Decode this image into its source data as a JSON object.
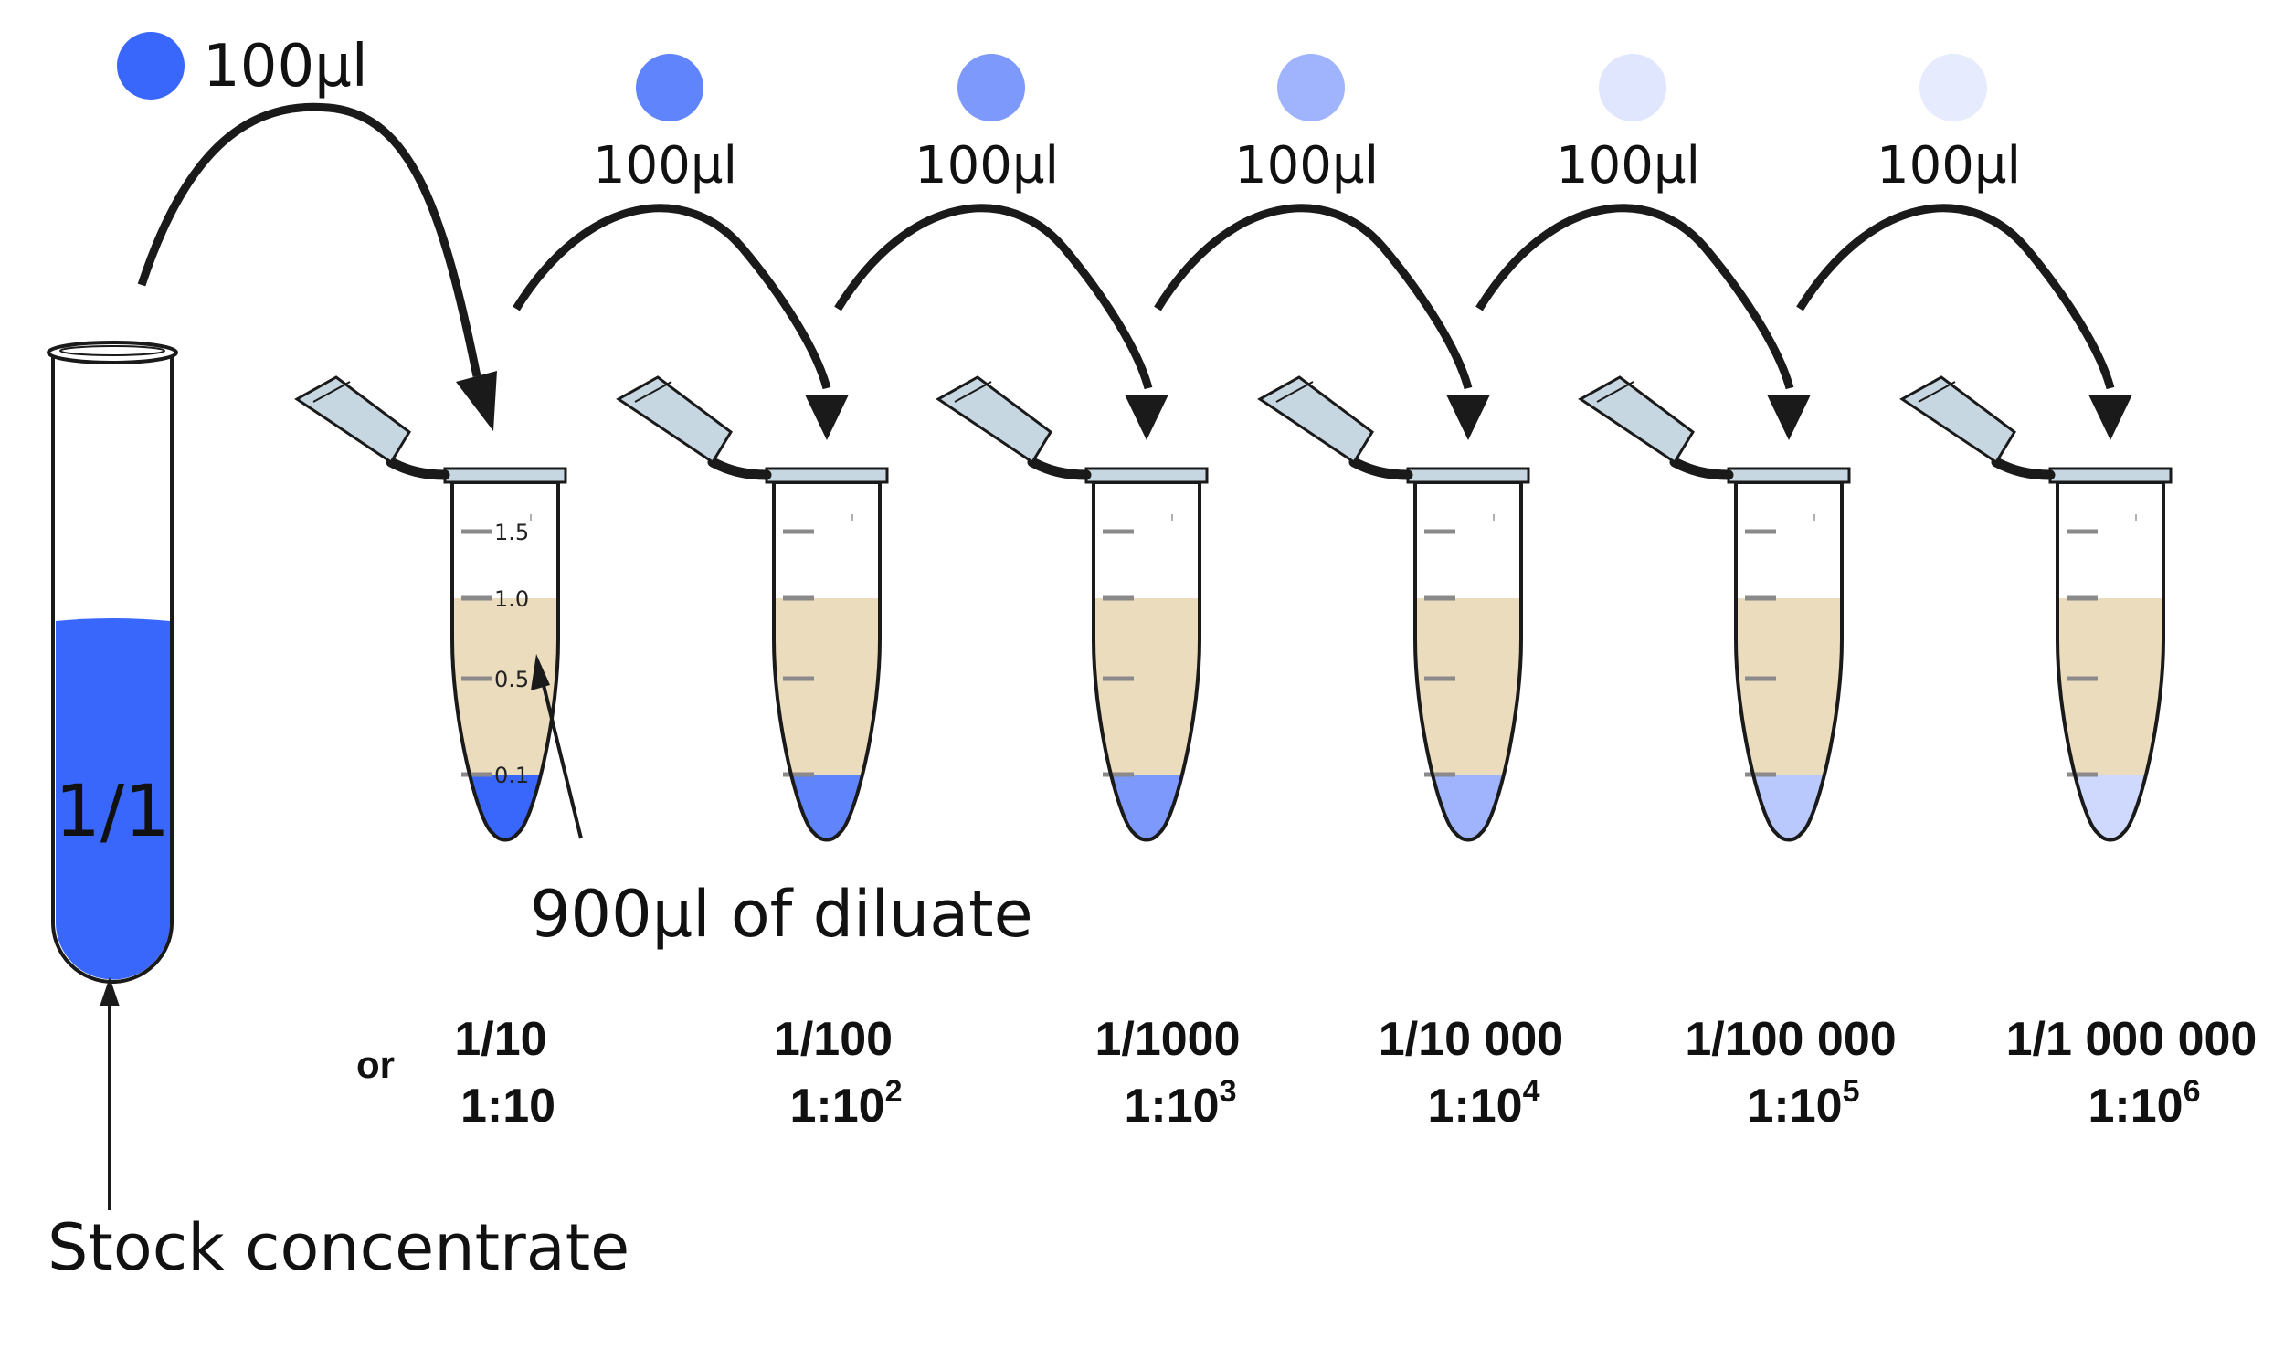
{
  "stock": {
    "volume_label": "100µl",
    "ratio_label": "1/1",
    "caption": "Stock concentrate",
    "color": "#3a67fb"
  },
  "diluent": {
    "caption": "900µl of diluate",
    "color": "#eadcbc"
  },
  "or_label": "or",
  "scale_marks": [
    "1.5",
    "1.0",
    "0.5",
    "0.1"
  ],
  "tubes": [
    {
      "transfer_label": "100µl",
      "drop_color": "#5f84fb",
      "sample_color": "#3a67fb",
      "fraction": "1/10",
      "ratio_base": "1:10",
      "ratio_exp": ""
    },
    {
      "transfer_label": "100µl",
      "drop_color": "#7d99fb",
      "sample_color": "#5f84fb",
      "fraction": "1/100",
      "ratio_base": "1:10",
      "ratio_exp": "2"
    },
    {
      "transfer_label": "100µl",
      "drop_color": "#9fb4fc",
      "sample_color": "#7d99fb",
      "fraction": "1/1000",
      "ratio_base": "1:10",
      "ratio_exp": "3"
    },
    {
      "transfer_label": "100µl",
      "drop_color": "#dfe6fd",
      "sample_color": "#9fb4fc",
      "fraction": "1/10 000",
      "ratio_base": "1:10",
      "ratio_exp": "4"
    },
    {
      "transfer_label": "100µl",
      "drop_color": "#e6ebfd",
      "sample_color": "#b9c8fd",
      "fraction": "1/100 000",
      "ratio_base": "1:10",
      "ratio_exp": "5"
    },
    {
      "transfer_label": "",
      "drop_color": "",
      "sample_color": "#cfd9fd",
      "fraction": "1/1 000 000",
      "ratio_base": "1:10",
      "ratio_exp": "6"
    }
  ]
}
